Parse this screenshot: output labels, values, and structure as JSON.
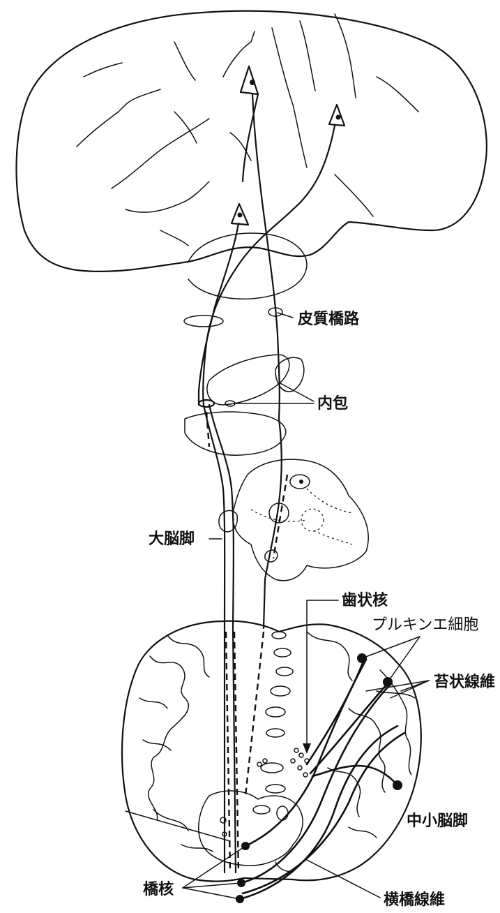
{
  "labels": {
    "corticopontine_tract": "皮質橋路",
    "internal_capsule": "内包",
    "cerebral_peduncle": "大脳脚",
    "dentate_nucleus": "歯状核",
    "purkinje_cells": "プルキンエ細胞",
    "mossy_fibers": "苔状線維",
    "middle_cerebellar_peduncle": "中小脳脚",
    "pontine_nuclei": "橋核",
    "transverse_pontine_fibers": "横橋線維"
  }
}
